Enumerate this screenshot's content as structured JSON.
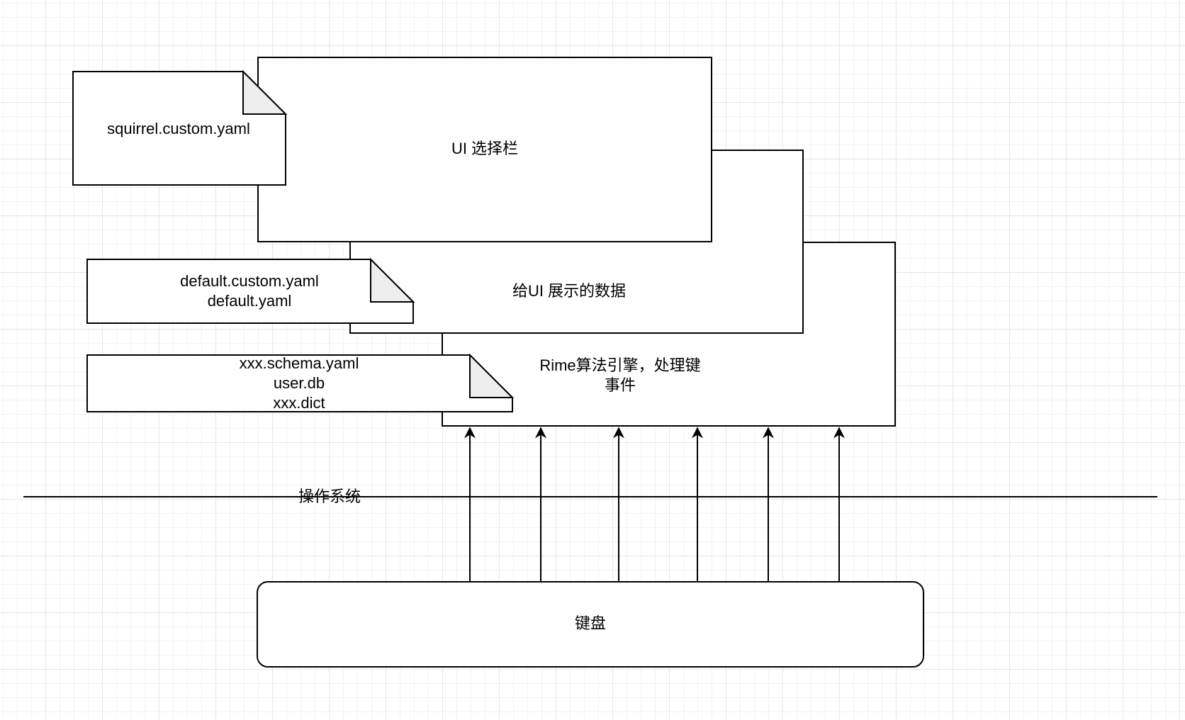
{
  "diagram": {
    "layers": {
      "ui_bar": "UI 选择栏",
      "ui_data": "给UI 展示的数据",
      "rime_engine": "Rime算法引擎，处理键\n事件"
    },
    "files": {
      "squirrel": "squirrel.custom.yaml",
      "default": "default.custom.yaml\ndefault.yaml",
      "schema": "xxx.schema.yaml\nuser.db\nxxx.dict"
    },
    "os_label": "操作系统",
    "keyboard": "键盘",
    "keyboard_arrow_count": 6
  }
}
